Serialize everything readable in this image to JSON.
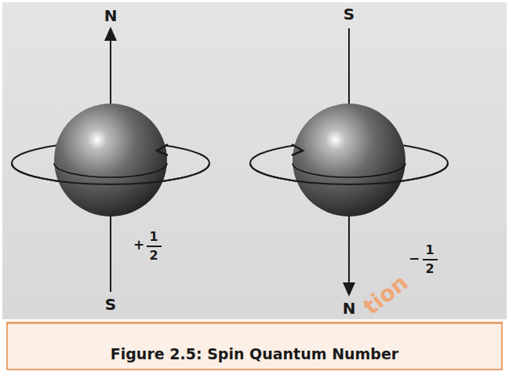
{
  "diagram": {
    "caption": "Figure 2.5: Spin Quantum Number",
    "labels": [
      "N",
      "S",
      "+",
      "1",
      "2",
      "S",
      "N",
      "−",
      "1",
      "2",
      "tion"
    ]
  }
}
